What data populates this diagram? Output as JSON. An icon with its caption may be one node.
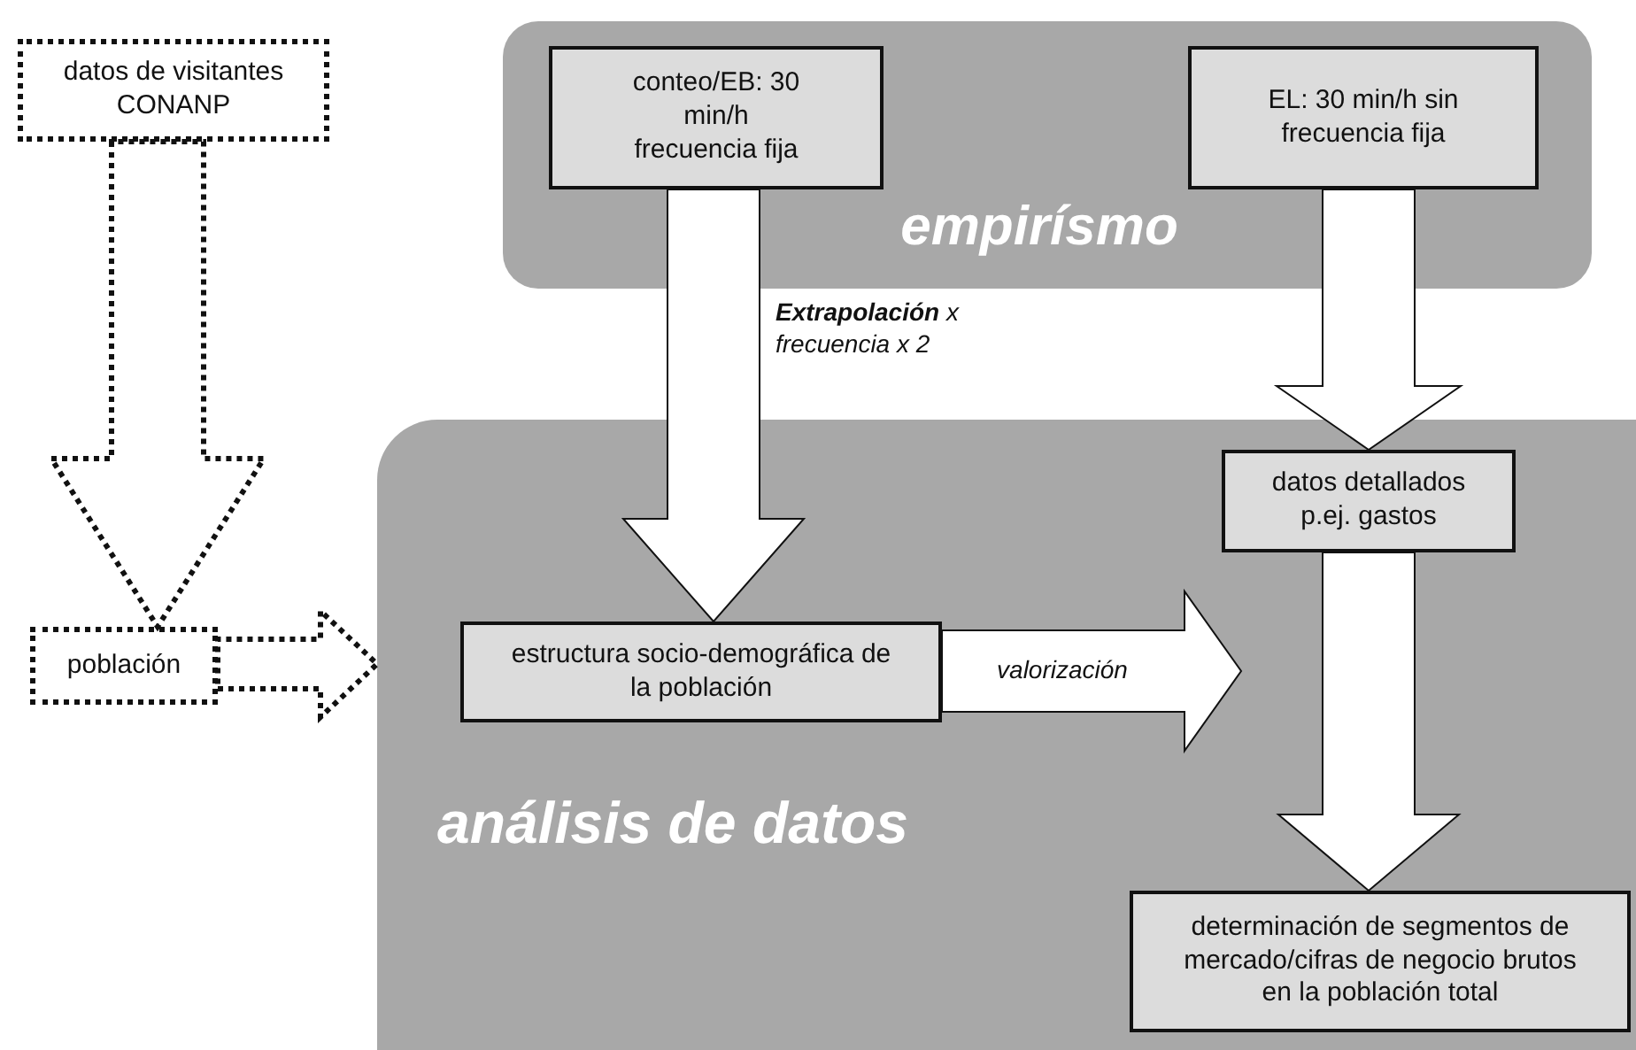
{
  "diagram": {
    "nodes": [
      {
        "text": [
          "empirísmo"
        ]
      },
      {
        "text": [
          "conteo/EB: 30 min/h frecuencia fija"
        ],
        "in": 0
      },
      {
        "text": [
          "EL: 30 min/h sin frecuencia fija"
        ],
        "in": 0
      },
      {
        "text": [
          "análisis de datos"
        ]
      },
      {
        "text": [
          "datos detallados p.ej. gastos"
        ],
        "in": 3
      },
      {
        "text": [
          "estructura socio-demográfica de la población"
        ],
        "in": 3
      },
      {
        "text": [
          "determinación de segmentos de mercado/cifras de negocio brutos en la población total"
        ],
        "in": 3
      },
      {
        "text": [
          "datos de visitantes CONANP"
        ]
      },
      {
        "text": [
          "población"
        ]
      }
    ],
    "edges": [
      {
        "from": 1,
        "to": 5,
        "arrow": "to",
        "label": "**Extrapolación** x frecuencia x 2"
      },
      {
        "from": 2,
        "to": 4,
        "arrow": "to"
      },
      {
        "from": 5,
        "to": null,
        "arrow": "to",
        "label": "valorización"
      },
      {
        "from": 4,
        "to": 6,
        "arrow": "to"
      },
      {
        "from": 7,
        "to": 8,
        "arrow": "to",
        "style": "dashed"
      },
      {
        "from": 8,
        "to": 3,
        "arrow": "to",
        "style": "dashed"
      }
    ]
  }
}
